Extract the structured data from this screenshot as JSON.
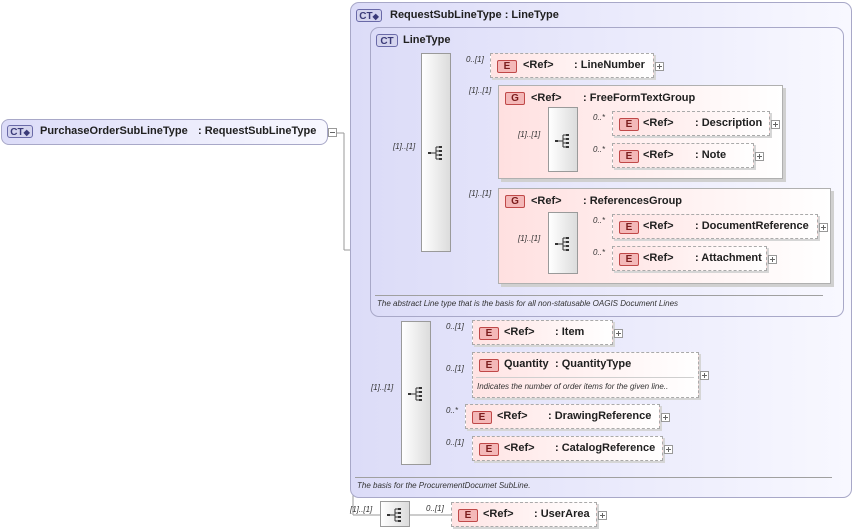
{
  "root": {
    "tag": "CT",
    "name": "PurchaseOrderSubLineType",
    "type": ": RequestSubLineType"
  },
  "outer": {
    "tag": "CT",
    "title": "RequestSubLineType : LineType",
    "note": "The basis for the ProcurementDocumet SubLine."
  },
  "inner": {
    "tag": "CT",
    "title": "LineType",
    "note": "The abstract Line type that is the basis for all non-statusable OAGIS Document Lines"
  },
  "seq_cardinality": "[1]..[1]",
  "line_number": {
    "tag": "E",
    "ref": "<Ref>",
    "name": ": LineNumber",
    "card": "0..[1]"
  },
  "free_form_group": {
    "tag": "G",
    "ref": "<Ref>",
    "name": ": FreeFormTextGroup",
    "card": "[1]..[1]",
    "seq_card": "[1]..[1]",
    "items": [
      {
        "tag": "E",
        "ref": "<Ref>",
        "name": ": Description",
        "card": "0..*"
      },
      {
        "tag": "E",
        "ref": "<Ref>",
        "name": ": Note",
        "card": "0..*"
      }
    ]
  },
  "references_group": {
    "tag": "G",
    "ref": "<Ref>",
    "name": ": ReferencesGroup",
    "card": "[1]..[1]",
    "seq_card": "[1]..[1]",
    "items": [
      {
        "tag": "E",
        "ref": "<Ref>",
        "name": ": DocumentReference",
        "card": "0..*"
      },
      {
        "tag": "E",
        "ref": "<Ref>",
        "name": ": Attachment",
        "card": "0..*"
      }
    ]
  },
  "request_items": [
    {
      "tag": "E",
      "ref": "<Ref>",
      "name": ": Item",
      "card": "0..[1]"
    },
    {
      "tag": "E",
      "ref": "Quantity",
      "name": ": QuantityType",
      "card": "0..[1]",
      "note": "Indicates the number of order items for the given line.."
    },
    {
      "tag": "E",
      "ref": "<Ref>",
      "name": ": DrawingReference",
      "card": "0..*"
    },
    {
      "tag": "E",
      "ref": "<Ref>",
      "name": ": CatalogReference",
      "card": "0..[1]"
    }
  ],
  "request_seq_card": "[1]..[1]",
  "user_area": {
    "tag": "E",
    "ref": "<Ref>",
    "name": ": UserArea",
    "card": "0..[1]",
    "seq_card": "[1]..[1]"
  }
}
